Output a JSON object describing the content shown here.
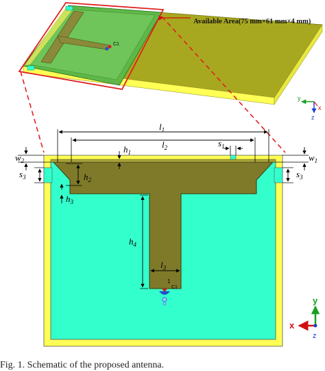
{
  "title_box": {
    "available_area": "Available Area(75 mm×61 mm×4 mm)"
  },
  "caption": "Fig. 1. Schematic of the proposed antenna.",
  "dimensions": {
    "l1": "l",
    "l1_sub": "1",
    "l2": "l",
    "l2_sub": "2",
    "l3": "l",
    "l3_sub": "3",
    "h1": "h",
    "h1_sub": "1",
    "h2": "h",
    "h2_sub": "2",
    "h3": "h",
    "h3_sub": "3",
    "h4": "h",
    "h4_sub": "4",
    "s1": "s",
    "s1_sub": "1",
    "s3_left": "s",
    "s3_left_sub": "3",
    "s3_right": "s",
    "s3_right_sub": "3",
    "w1": "w",
    "w1_sub": "1",
    "w2": "w",
    "w2_sub": "2"
  },
  "port_label": "1",
  "cap_label": "C1",
  "axes_top": {
    "y": "y",
    "x": "x",
    "z": "z"
  },
  "axes_bottom": {
    "y": "y",
    "x": "x",
    "z": "z"
  },
  "colors": {
    "substrate_green": "#6fbf55",
    "ground_olive": "#a8a820",
    "board_yellow": "#ffff55",
    "cyan": "#33ffcc",
    "antenna_brown": "#7f7a2a",
    "callout_red": "#e02020"
  }
}
